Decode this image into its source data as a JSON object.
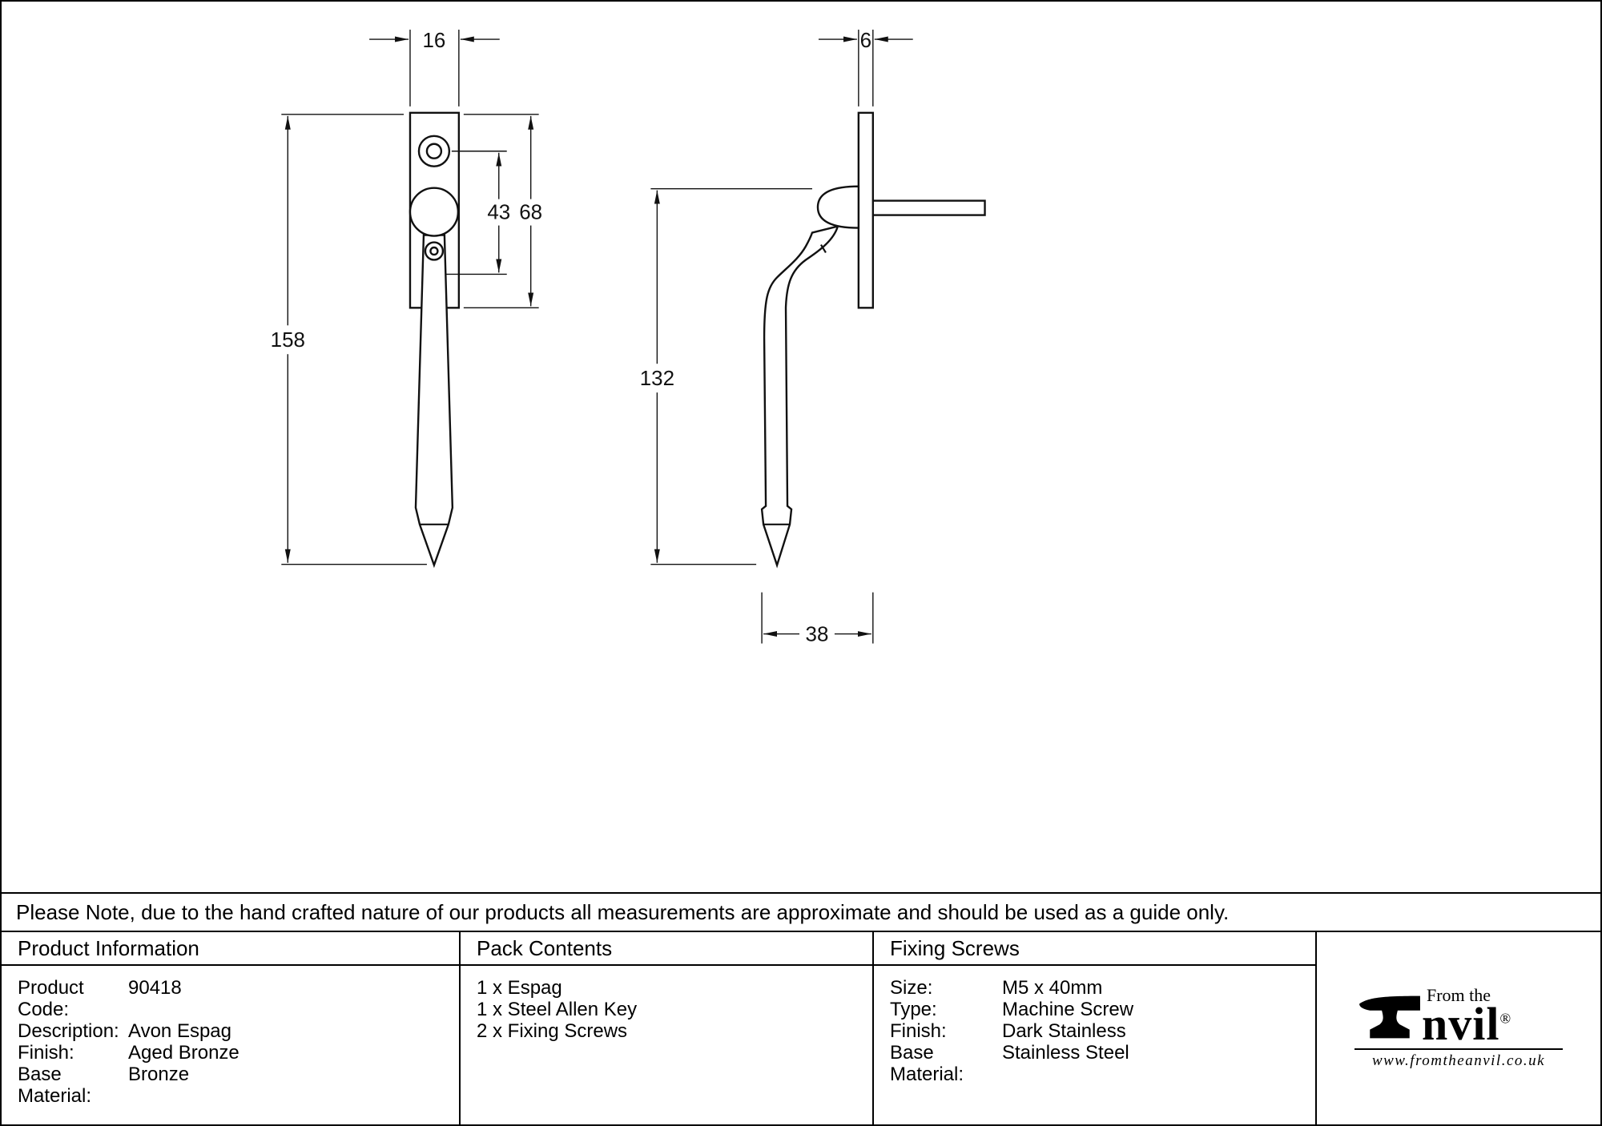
{
  "drawing": {
    "dims": {
      "plate_width": "16",
      "overall_length": "158",
      "hole_spacing": "43",
      "plate_length": "68",
      "side_plate_thickness": "6",
      "handle_length": "132",
      "projection": "38"
    }
  },
  "note": "Please Note, due to the hand crafted nature of our products all measurements are approximate and should be used as a guide only.",
  "table": {
    "product_info": {
      "header": "Product Information",
      "rows": [
        {
          "label": "Product Code:",
          "value": "90418"
        },
        {
          "label": "Description:",
          "value": "Avon Espag"
        },
        {
          "label": "Finish:",
          "value": "Aged Bronze"
        },
        {
          "label": "Base Material:",
          "value": "Bronze"
        }
      ]
    },
    "pack_contents": {
      "header": "Pack Contents",
      "items": [
        "1 x Espag",
        "1 x Steel Allen Key",
        "2 x Fixing Screws"
      ]
    },
    "fixing_screws": {
      "header": "Fixing Screws",
      "rows": [
        {
          "label": "Size:",
          "value": "M5 x 40mm"
        },
        {
          "label": "Type:",
          "value": "Machine Screw"
        },
        {
          "label": "Finish:",
          "value": "Dark Stainless"
        },
        {
          "label": "Base Material:",
          "value": "Stainless Steel"
        }
      ]
    }
  },
  "logo": {
    "from_the": "From the",
    "name": "nvil",
    "reg": "®",
    "url": "www.fromtheanvil.co.uk"
  }
}
